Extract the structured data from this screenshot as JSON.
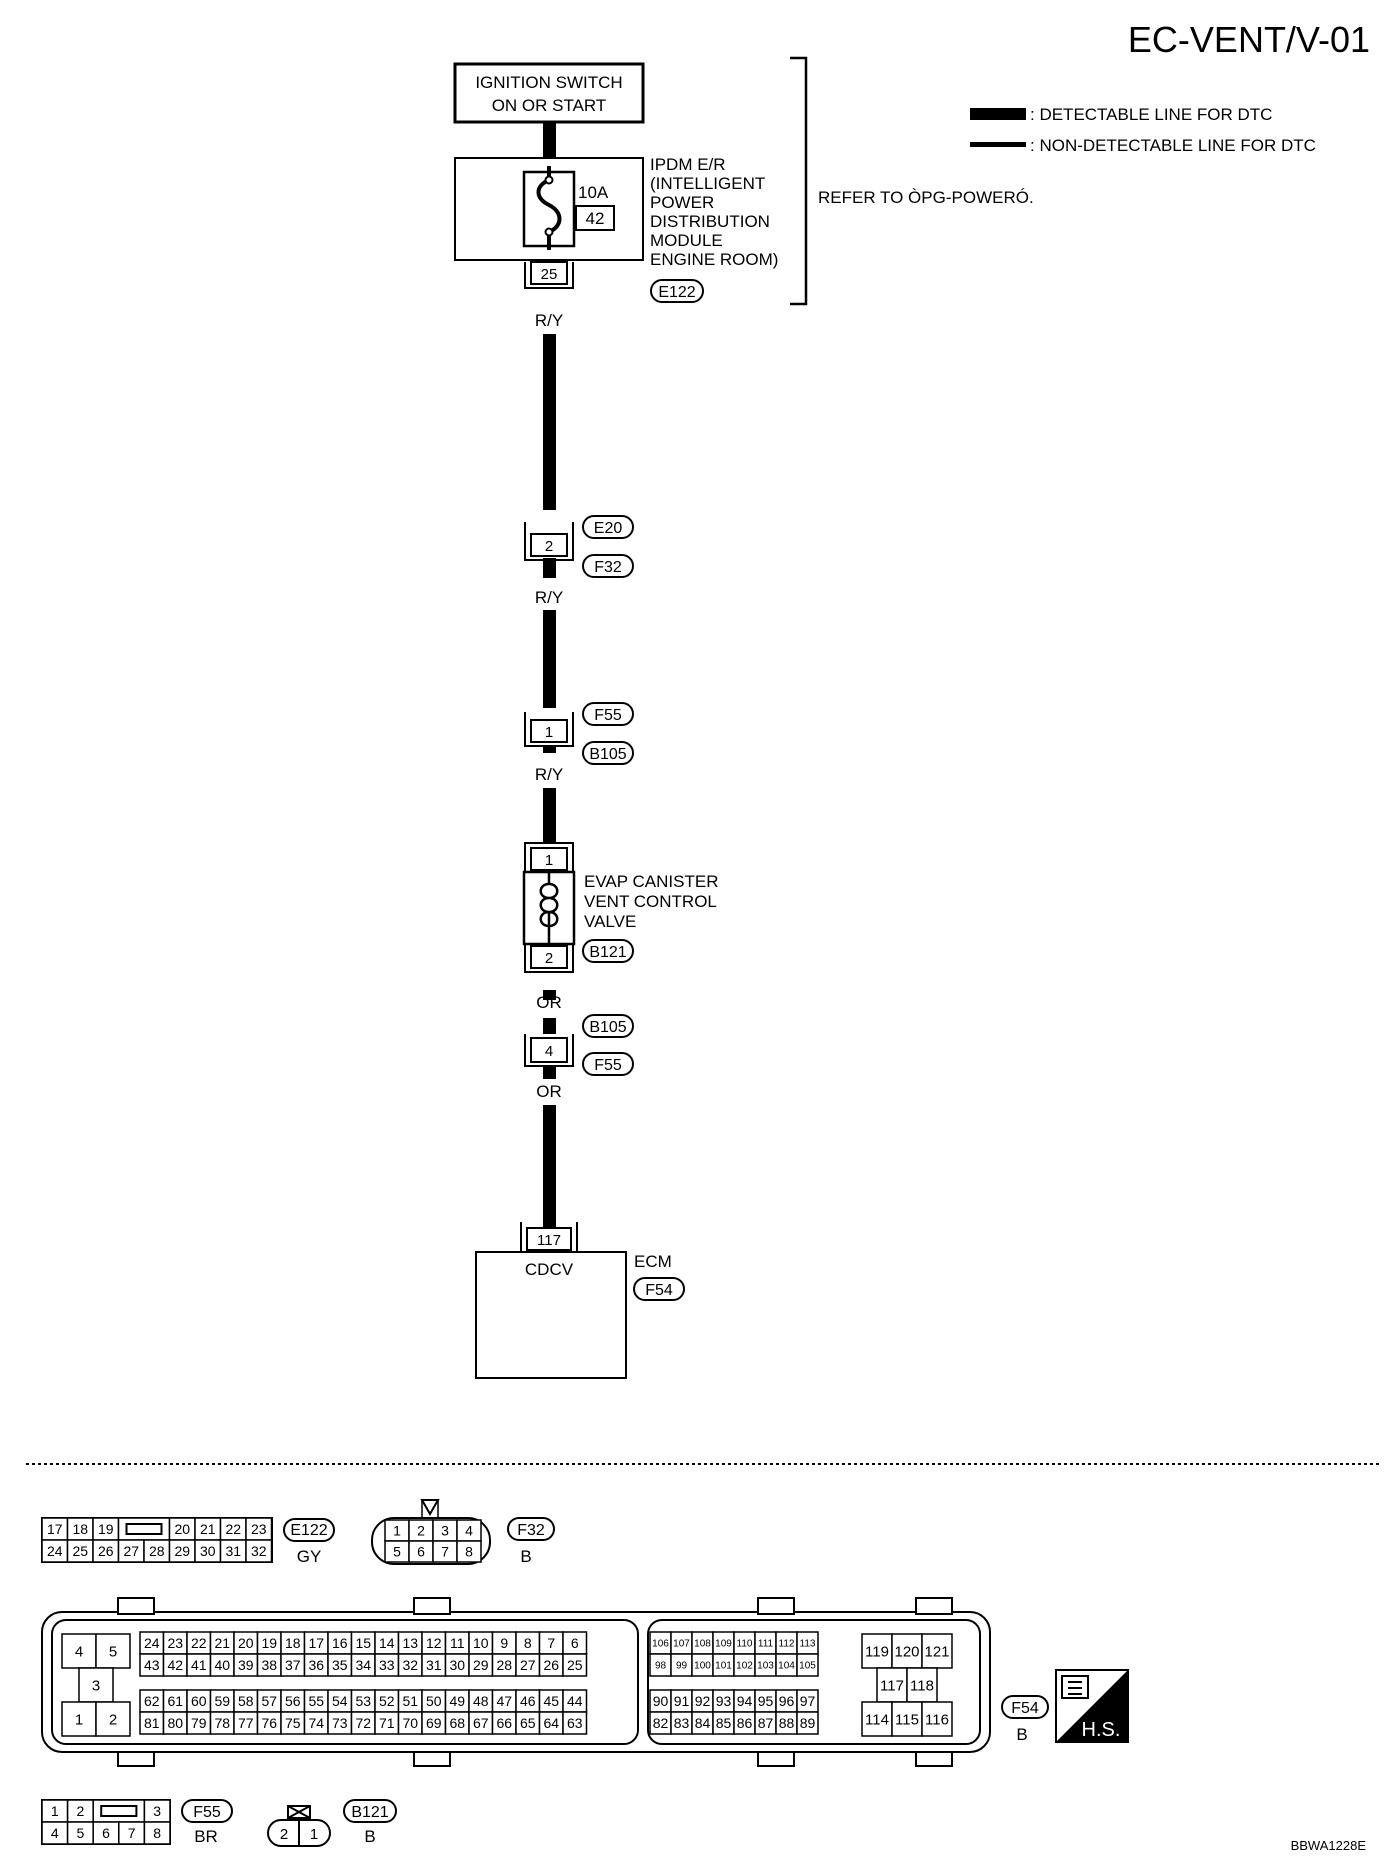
{
  "title": "EC-VENT/V-01",
  "legend": {
    "detectable": ": DETECTABLE LINE FOR DTC",
    "non_detectable": ": NON-DETECTABLE LINE FOR DTC"
  },
  "ignition_box": [
    "IGNITION SWITCH",
    "ON OR START"
  ],
  "ipdm": {
    "label_lines": [
      "IPDM E/R",
      "(INTELLIGENT",
      "POWER",
      "DISTRIBUTION",
      "MODULE",
      "ENGINE ROOM)"
    ],
    "fuse_rating": "10A",
    "fuse_no": "42",
    "pin": "25",
    "connector": "E122"
  },
  "refer_text": "REFER TO ÒPG-POWERÓ.",
  "wire_colors": {
    "ry": "R/Y",
    "or": "OR"
  },
  "junction1": {
    "pin": "2",
    "top": "E20",
    "bottom": "F32"
  },
  "junction2": {
    "pin": "1",
    "top": "F55",
    "bottom": "B105"
  },
  "valve": {
    "label_lines": [
      "EVAP CANISTER",
      "VENT CONTROL",
      "VALVE"
    ],
    "pin_top": "1",
    "pin_bottom": "2",
    "connector": "B121"
  },
  "junction3": {
    "pin": "4",
    "top": "B105",
    "bottom": "F55"
  },
  "ecm": {
    "pin": "117",
    "terminal": "CDCV",
    "label": "ECM",
    "connector": "F54"
  },
  "connectors": {
    "e122": {
      "id": "E122",
      "color": "GY",
      "rows": [
        [
          "17",
          "18",
          "19",
          "",
          "20",
          "21",
          "22",
          "23"
        ],
        [
          "24",
          "25",
          "26",
          "27",
          "28",
          "29",
          "30",
          "31",
          "32"
        ]
      ]
    },
    "f32": {
      "id": "F32",
      "color": "B",
      "rows": [
        [
          "1",
          "2",
          "3",
          "4"
        ],
        [
          "5",
          "6",
          "7",
          "8"
        ]
      ]
    },
    "f54": {
      "id": "F54",
      "color": "B",
      "left_block": [
        "4",
        "5",
        "3",
        "1",
        "2"
      ],
      "rows": [
        [
          "24",
          "23",
          "22",
          "21",
          "20",
          "19",
          "18",
          "17",
          "16",
          "15",
          "14",
          "13",
          "12",
          "11",
          "10",
          "9",
          "8",
          "7",
          "6"
        ],
        [
          "43",
          "42",
          "41",
          "40",
          "39",
          "38",
          "37",
          "36",
          "35",
          "34",
          "33",
          "32",
          "31",
          "30",
          "29",
          "28",
          "27",
          "26",
          "25"
        ],
        [
          "62",
          "61",
          "60",
          "59",
          "58",
          "57",
          "56",
          "55",
          "54",
          "53",
          "52",
          "51",
          "50",
          "49",
          "48",
          "47",
          "46",
          "45",
          "44"
        ],
        [
          "81",
          "80",
          "79",
          "78",
          "77",
          "76",
          "75",
          "74",
          "73",
          "72",
          "71",
          "70",
          "69",
          "68",
          "67",
          "66",
          "65",
          "64",
          "63"
        ]
      ],
      "mid_rows": [
        [
          "106",
          "107",
          "108",
          "109",
          "110",
          "111",
          "112",
          "113"
        ],
        [
          "98",
          "99",
          "100",
          "101",
          "102",
          "103",
          "104",
          "105"
        ],
        [
          "90",
          "91",
          "92",
          "93",
          "94",
          "95",
          "96",
          "97"
        ],
        [
          "82",
          "83",
          "84",
          "85",
          "86",
          "87",
          "88",
          "89"
        ]
      ],
      "right_block": [
        [
          "119",
          "120",
          "121"
        ],
        [
          "117",
          "118"
        ],
        [
          "114",
          "115",
          "116"
        ]
      ]
    },
    "f55": {
      "id": "F55",
      "color": "BR",
      "rows": [
        [
          "1",
          "2",
          "",
          "3"
        ],
        [
          "4",
          "5",
          "6",
          "7",
          "8"
        ]
      ]
    },
    "b121": {
      "id": "B121",
      "color": "B",
      "pins": [
        "2",
        "1"
      ]
    }
  },
  "hs_badge": "H.S.",
  "figure_id": "BBWA1228E"
}
